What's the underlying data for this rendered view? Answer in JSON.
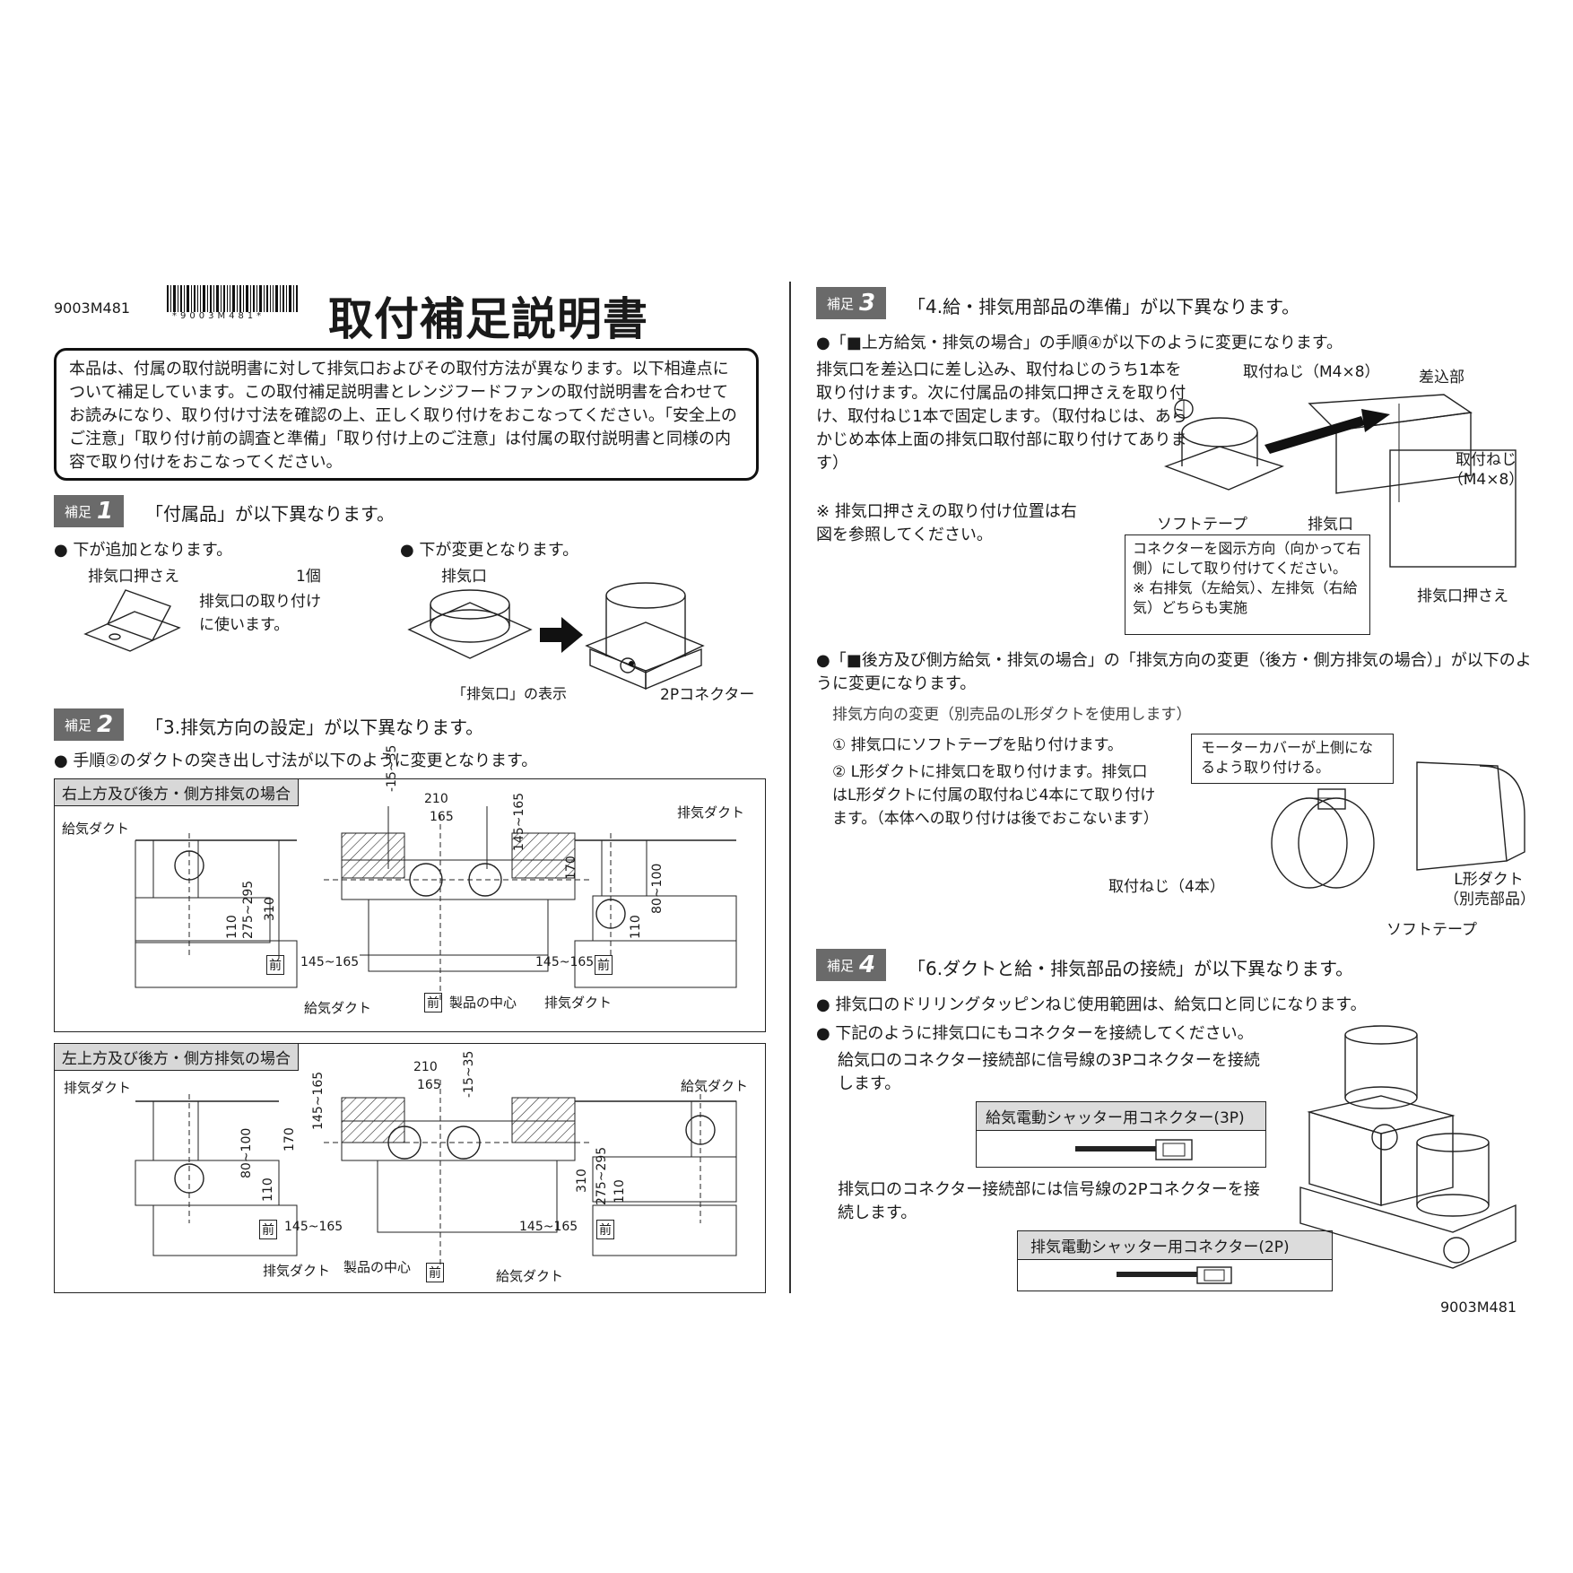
{
  "header": {
    "doc_code": "9003M481",
    "barcode_text": "*9003M481*",
    "title": "取付補足説明書"
  },
  "intro": {
    "text": "本品は、付属の取付説明書に対して排気口およびその取付方法が異なります。以下相違点について補足しています。この取付補足説明書とレンジフードファンの取付説明書を合わせてお読みになり、取り付け寸法を確認の上、正しく取り付けをおこなってください。「安全上のご注意」「取り付け前の調査と準備」「取り付け上のご注意」は付属の取付説明書と同様の内容で取り付けをおこなってください。"
  },
  "sec1": {
    "tag": "補足",
    "num": "1",
    "heading": "「付属品」が以下異なります。",
    "add_bullet": "● 下が追加となります。",
    "part_name": "排気口押さえ",
    "part_qty": "1個",
    "part_use": "排気口の取り付けに使います。",
    "change_bullet": "● 下が変更となります。",
    "outlet_label": "排気口",
    "outlet_mark": "「排気口」の表示",
    "connector_2p": "2Pコネクター"
  },
  "sec2": {
    "tag": "補足",
    "num": "2",
    "heading": "「3.排気方向の設定」が以下異なります。",
    "bullet": "● 手順②のダクトの突き出し寸法が以下のように変更となります。",
    "panel1": {
      "title": "右上方及び後方・側方排気の場合",
      "supply_duct": "給気ダクト",
      "exhaust_duct": "排気ダクト",
      "exhaust_duct_label": "排気ダクト",
      "dims": [
        "210",
        "165",
        "-15~35",
        "145~165",
        "170",
        "310",
        "275~295",
        "110",
        "80~100",
        "110",
        "145~165",
        "145~165"
      ],
      "front": "前",
      "center": "製品の中心"
    },
    "panel2": {
      "title": "左上方及び後方・側方排気の場合",
      "exhaust_duct": "排気ダクト",
      "supply_duct": "給気ダクト",
      "dims": [
        "210",
        "165",
        "-15~35",
        "145~165",
        "170",
        "80~100",
        "110",
        "310",
        "275~295",
        "110",
        "145~165",
        "145~165"
      ],
      "front": "前",
      "center": "製品の中心"
    }
  },
  "sec3": {
    "tag": "補足",
    "num": "3",
    "heading": "「4.給・排気用部品の準備」が以下異なります。",
    "bullet1": "●「■上方給気・排気の場合」の手順④が以下のように変更になります。",
    "body1": "排気口を差込口に差し込み、取付ねじのうち1本を取り付けます。次に付属品の排気口押さえを取り付け、取付ねじ1本で固定します。（取付ねじは、あらかじめ本体上面の排気口取付部に取り付けてあります）",
    "note1": "※ 排気口押さえの取り付け位置は右図を参照してください。",
    "screw_label": "取付ねじ（M4×8）",
    "insert_label": "差込部",
    "screw_label2": "取付ねじ（M4×8）",
    "soft_tape": "ソフトテープ",
    "outlet": "排気口",
    "connector_note": "コネクターを図示方向（向かって右側）にして取り付けてください。",
    "connector_note2": "※ 右排気（左給気）、左排気（右給気）どちらも実施",
    "holder": "排気口押さえ",
    "bullet2": "●「■後方及び側方給気・排気の場合」の「排気方向の変更（後方・側方排気の場合）」が以下のように変更になります。",
    "sub_title": "排気方向の変更（別売品のL形ダクトを使用します）",
    "step1": "① 排気口にソフトテープを貼り付けます。",
    "step2": "② L形ダクトに排気口を取り付けます。排気口はL形ダクトに付属の取付ねじ4本にて取り付けます。（本体への取り付けは後でおこないます）",
    "motor_note": "モーターカバーが上側になるよう取り付ける。",
    "screws4": "取付ねじ（4本）",
    "l_duct": "L形ダクト（別売部品）",
    "soft_tape2": "ソフトテープ"
  },
  "sec4": {
    "tag": "補足",
    "num": "4",
    "heading": "「6.ダクトと給・排気部品の接続」が以下異なります。",
    "bullet1": "● 排気口のドリリングタッピンねじ使用範囲は、給気口と同じになります。",
    "bullet2": "● 下記のように排気口にもコネクターを接続してください。",
    "text1": "給気口のコネクター接続部に信号線の3Pコネクターを接続します。",
    "box1": "給気電動シャッター用コネクター(3P)",
    "text2": "排気口のコネクター接続部には信号線の2Pコネクターを接続します。",
    "box2": "排気電動シャッター用コネクター(2P)"
  },
  "footer": {
    "doc_code": "9003M481"
  }
}
